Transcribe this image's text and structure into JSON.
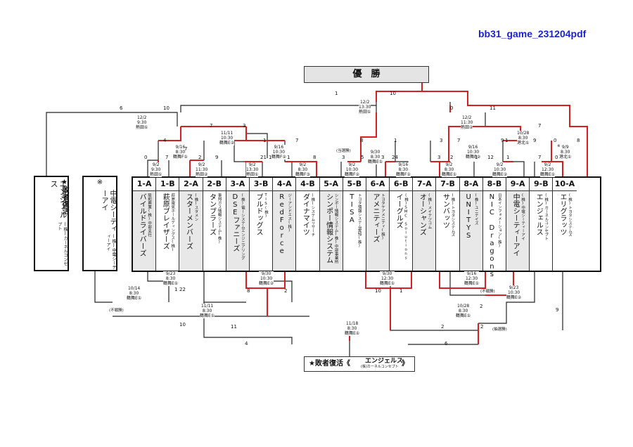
{
  "header": {
    "file_id": "bb31_game_231204pdf"
  },
  "champion_label": "優　勝",
  "revival_label": "★敗者復活",
  "revival_box": {
    "prefix": "★敗者復活《",
    "name": "エンジェルス",
    "sub": "(株)カーネルコンセプト",
    "suffix": "》"
  },
  "side_left": {
    "name": "エンジェルス",
    "sub": "(株)カーネルコンセプト"
  },
  "side_mid": {
    "mark": "※",
    "name": "中電シーティーアイ",
    "sub": "(株)中電シーティーアイ"
  },
  "teams": [
    {
      "code": "1-A",
      "name": "バイルドライバーズ",
      "sub": "阪和興業(株)中部支社"
    },
    {
      "code": "1-B",
      "name": "萩原ブレイザーズ",
      "sub": "萩原電気ホールディングス(株)"
    },
    {
      "code": "2-A",
      "name": "スターメンバーズ",
      "sub": "(株)スタメン"
    },
    {
      "code": "2-B",
      "name": "タンブラーズ",
      "sub": "東邦ガス情報システム(株)"
    },
    {
      "code": "3-A",
      "name": "DSEファニーズ",
      "sub": "(株)電ーシステムエンジニアリング"
    },
    {
      "code": "3-B",
      "name": "ブルドッグス",
      "sub": "TIS(株)"
    },
    {
      "code": "4-A",
      "name": "RedForce",
      "sub": "ジーアンドエス(株)"
    },
    {
      "code": "4-B",
      "name": "ダイナマイツ",
      "sub": "(株)システムリサーチ"
    },
    {
      "code": "5-A",
      "name": "シンポー情報システム",
      "sub": "シンポー情報システム(株)中部事業所"
    },
    {
      "code": "5-B",
      "name": "TISA",
      "sub": "トヨタ情報システム愛知(株)"
    },
    {
      "code": "6-A",
      "name": "アメニティーズ",
      "sub": "トヨタケアメニティ(株)"
    },
    {
      "code": "6-B",
      "name": "イーグルズ",
      "sub": "(株)SMC Solutions"
    },
    {
      "code": "7-A",
      "name": "オーシャンズ",
      "sub": "(株)メイテツコム"
    },
    {
      "code": "7-B",
      "name": "サンバッツ",
      "sub": "(株)トヨタシステムズ"
    },
    {
      "code": "8-A",
      "name": "UNITYS",
      "sub": "(株)ユニテイズ"
    },
    {
      "code": "8-B",
      "name": "NIC Dragons",
      "sub": "日本インフォメーション(株)"
    },
    {
      "code": "9-A",
      "name": "中電シーティーアイ",
      "sub": "(株)中電シーティーアイ"
    },
    {
      "code": "9-B",
      "name": "エンジェルス",
      "sub": "(株)カーネルコンセプト"
    },
    {
      "code": "10-A",
      "name": "エリグラッツ",
      "sub": "(株)トヨタシステムズ"
    }
  ],
  "schedules": [
    {
      "id": "f1",
      "text": "12/2\n13:30\n熱田①"
    },
    {
      "id": "s1",
      "text": "12/2\n9:30\n熱田①"
    },
    {
      "id": "s2",
      "text": "12/2\n11:30\n熱田②"
    },
    {
      "id": "q1",
      "text": "11/11\n10:30\n鶴舞E②"
    },
    {
      "id": "q2",
      "text": "9/30\n8:30\n鶴舞E①"
    },
    {
      "id": "q3",
      "text": "12/2\n11:30\n熱田②"
    },
    {
      "id": "q4",
      "text": "10/28\n8:30\n港北①"
    },
    {
      "id": "r1",
      "text": "9/16\n8:30\n鶴舞F①"
    },
    {
      "id": "r2",
      "text": "9/16\n10:30\n鶴舞F②"
    },
    {
      "id": "r3",
      "text": "9/16\n10:30\n鶴舞E②"
    },
    {
      "id": "r4",
      "text": "9/9\n8:30\n港北①"
    },
    {
      "id": "a1",
      "text": "9/2\n9:30\n熱田①"
    },
    {
      "id": "a2",
      "text": "9/2\n11:30\n熱田②"
    },
    {
      "id": "a3",
      "text": "9/2\n13:30\n熱田①"
    },
    {
      "id": "a4",
      "text": "9/2\n8:30\n鶴舞F③"
    },
    {
      "id": "a5",
      "text": "9/2\n10:30\n鶴舞F②"
    },
    {
      "id": "a6",
      "text": "9/16\n8:30\n鶴舞F①"
    },
    {
      "id": "a7",
      "text": "9/2\n8:30\n鶴舞E①"
    },
    {
      "id": "a8",
      "text": "9/2\n10:30\n鶴舞E②"
    },
    {
      "id": "a9",
      "text": "9/2\n12:30\n鶴舞E①"
    },
    {
      "id": "b1",
      "text": "9/23\n8:30\n鶴舞E①"
    },
    {
      "id": "b2",
      "text": "9/30\n10:30\n鶴舞E②"
    },
    {
      "id": "b3",
      "text": "9/30\n12:30\n鶴舞E①"
    },
    {
      "id": "b4",
      "text": "9/16\n12:30\n鶴舞E①"
    },
    {
      "id": "b5",
      "text": "9/23\n10:30\n鶴舞E②"
    },
    {
      "id": "c1",
      "text": "10/14\n8:30\n鶴舞E①"
    },
    {
      "id": "c2",
      "text": "11/11\n8:30\n鶴舞E①"
    },
    {
      "id": "c3",
      "text": "10/28\n8:30\n鶴舞E①"
    },
    {
      "id": "c4",
      "text": "11/18\n8:30\n鶴舞E①"
    }
  ],
  "scores": [
    {
      "id": "t1",
      "v": "1"
    },
    {
      "id": "t2",
      "v": "10"
    },
    {
      "id": "t3",
      "v": "6"
    },
    {
      "id": "t4",
      "v": "10"
    },
    {
      "id": "t5",
      "v": "0"
    },
    {
      "id": "t6",
      "v": "11"
    },
    {
      "id": "t7",
      "v": "7"
    },
    {
      "id": "t8",
      "v": "3"
    },
    {
      "id": "t9",
      "v": "8"
    },
    {
      "id": "t10",
      "v": "1"
    },
    {
      "id": "t11",
      "v": "1"
    },
    {
      "id": "t12",
      "v": "9"
    },
    {
      "id": "t13",
      "v": "4"
    },
    {
      "id": "t14",
      "v": "7"
    },
    {
      "id": "t15",
      "v": "1"
    },
    {
      "id": "t16",
      "v": "7"
    },
    {
      "id": "t17",
      "v": "3"
    },
    {
      "id": "t18",
      "v": "7"
    },
    {
      "id": "t19",
      "v": "7"
    },
    {
      "id": "t20",
      "v": "0"
    },
    {
      "id": "t21",
      "v": "8"
    },
    {
      "id": "u1",
      "v": "0"
    },
    {
      "id": "u2",
      "v": "7"
    },
    {
      "id": "u3",
      "v": "2"
    },
    {
      "id": "u4",
      "v": "9"
    },
    {
      "id": "u5",
      "v": "21"
    },
    {
      "id": "u6",
      "v": "1"
    },
    {
      "id": "u7",
      "v": "1"
    },
    {
      "id": "u8",
      "v": "8"
    },
    {
      "id": "u9",
      "v": "3"
    },
    {
      "id": "u10",
      "v": "5"
    },
    {
      "id": "u11",
      "v": "3"
    },
    {
      "id": "u12",
      "v": "24"
    },
    {
      "id": "u13",
      "v": "3"
    },
    {
      "id": "u14",
      "v": "2"
    },
    {
      "id": "u15",
      "v": "1"
    },
    {
      "id": "u16",
      "v": "9"
    },
    {
      "id": "u17",
      "v": "12"
    },
    {
      "id": "u18",
      "v": "1"
    },
    {
      "id": "u19",
      "v": "7"
    },
    {
      "id": "u20",
      "v": "0"
    },
    {
      "id": "v1",
      "v": "1"
    },
    {
      "id": "v2",
      "v": "22"
    },
    {
      "id": "v3",
      "v": "8"
    },
    {
      "id": "v4",
      "v": "2"
    },
    {
      "id": "v5",
      "v": "10"
    },
    {
      "id": "v6",
      "v": "1"
    },
    {
      "id": "v7",
      "v": "2"
    },
    {
      "id": "v8",
      "v": "9"
    },
    {
      "id": "v9",
      "v": "10"
    },
    {
      "id": "v10",
      "v": "11"
    },
    {
      "id": "v11",
      "v": "2"
    },
    {
      "id": "v12",
      "v": "2"
    },
    {
      "id": "v13",
      "v": "4"
    },
    {
      "id": "v14",
      "v": "6"
    }
  ],
  "notes": [
    {
      "id": "n1",
      "text": "(当選勝)"
    },
    {
      "id": "n2",
      "text": "※"
    },
    {
      "id": "n3",
      "text": "(不戦勝)"
    },
    {
      "id": "n4",
      "text": "(不戦勝)"
    },
    {
      "id": "n5",
      "text": "(抽選勝)"
    }
  ],
  "colors": {
    "win_line": "#d6201f",
    "line": "#222222",
    "title": "#1a23c8"
  }
}
